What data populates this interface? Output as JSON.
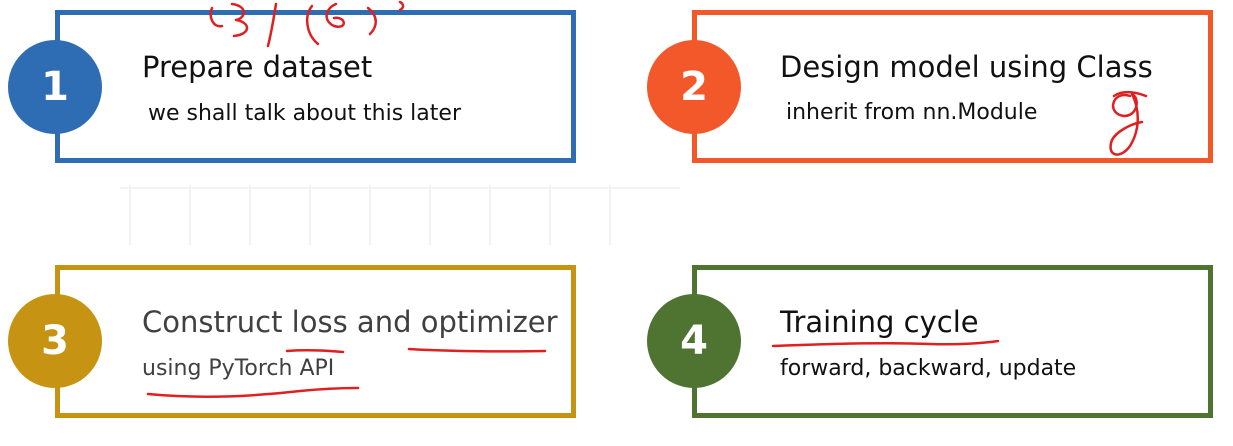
{
  "steps": [
    {
      "number": "1",
      "title": "Prepare dataset",
      "subtitle": "we shall talk about this later",
      "color": "#2E6DB4"
    },
    {
      "number": "2",
      "title": "Design model using Class",
      "subtitle": "inherit from nn.Module",
      "color": "#F2582A"
    },
    {
      "number": "3",
      "title": "Construct loss and optimizer",
      "subtitle": "using PyTorch API",
      "color": "#C79312"
    },
    {
      "number": "4",
      "title": "Training cycle",
      "subtitle": "forward, backward, update",
      "color": "#4F7432"
    }
  ],
  "annotation_color": "#E02020"
}
